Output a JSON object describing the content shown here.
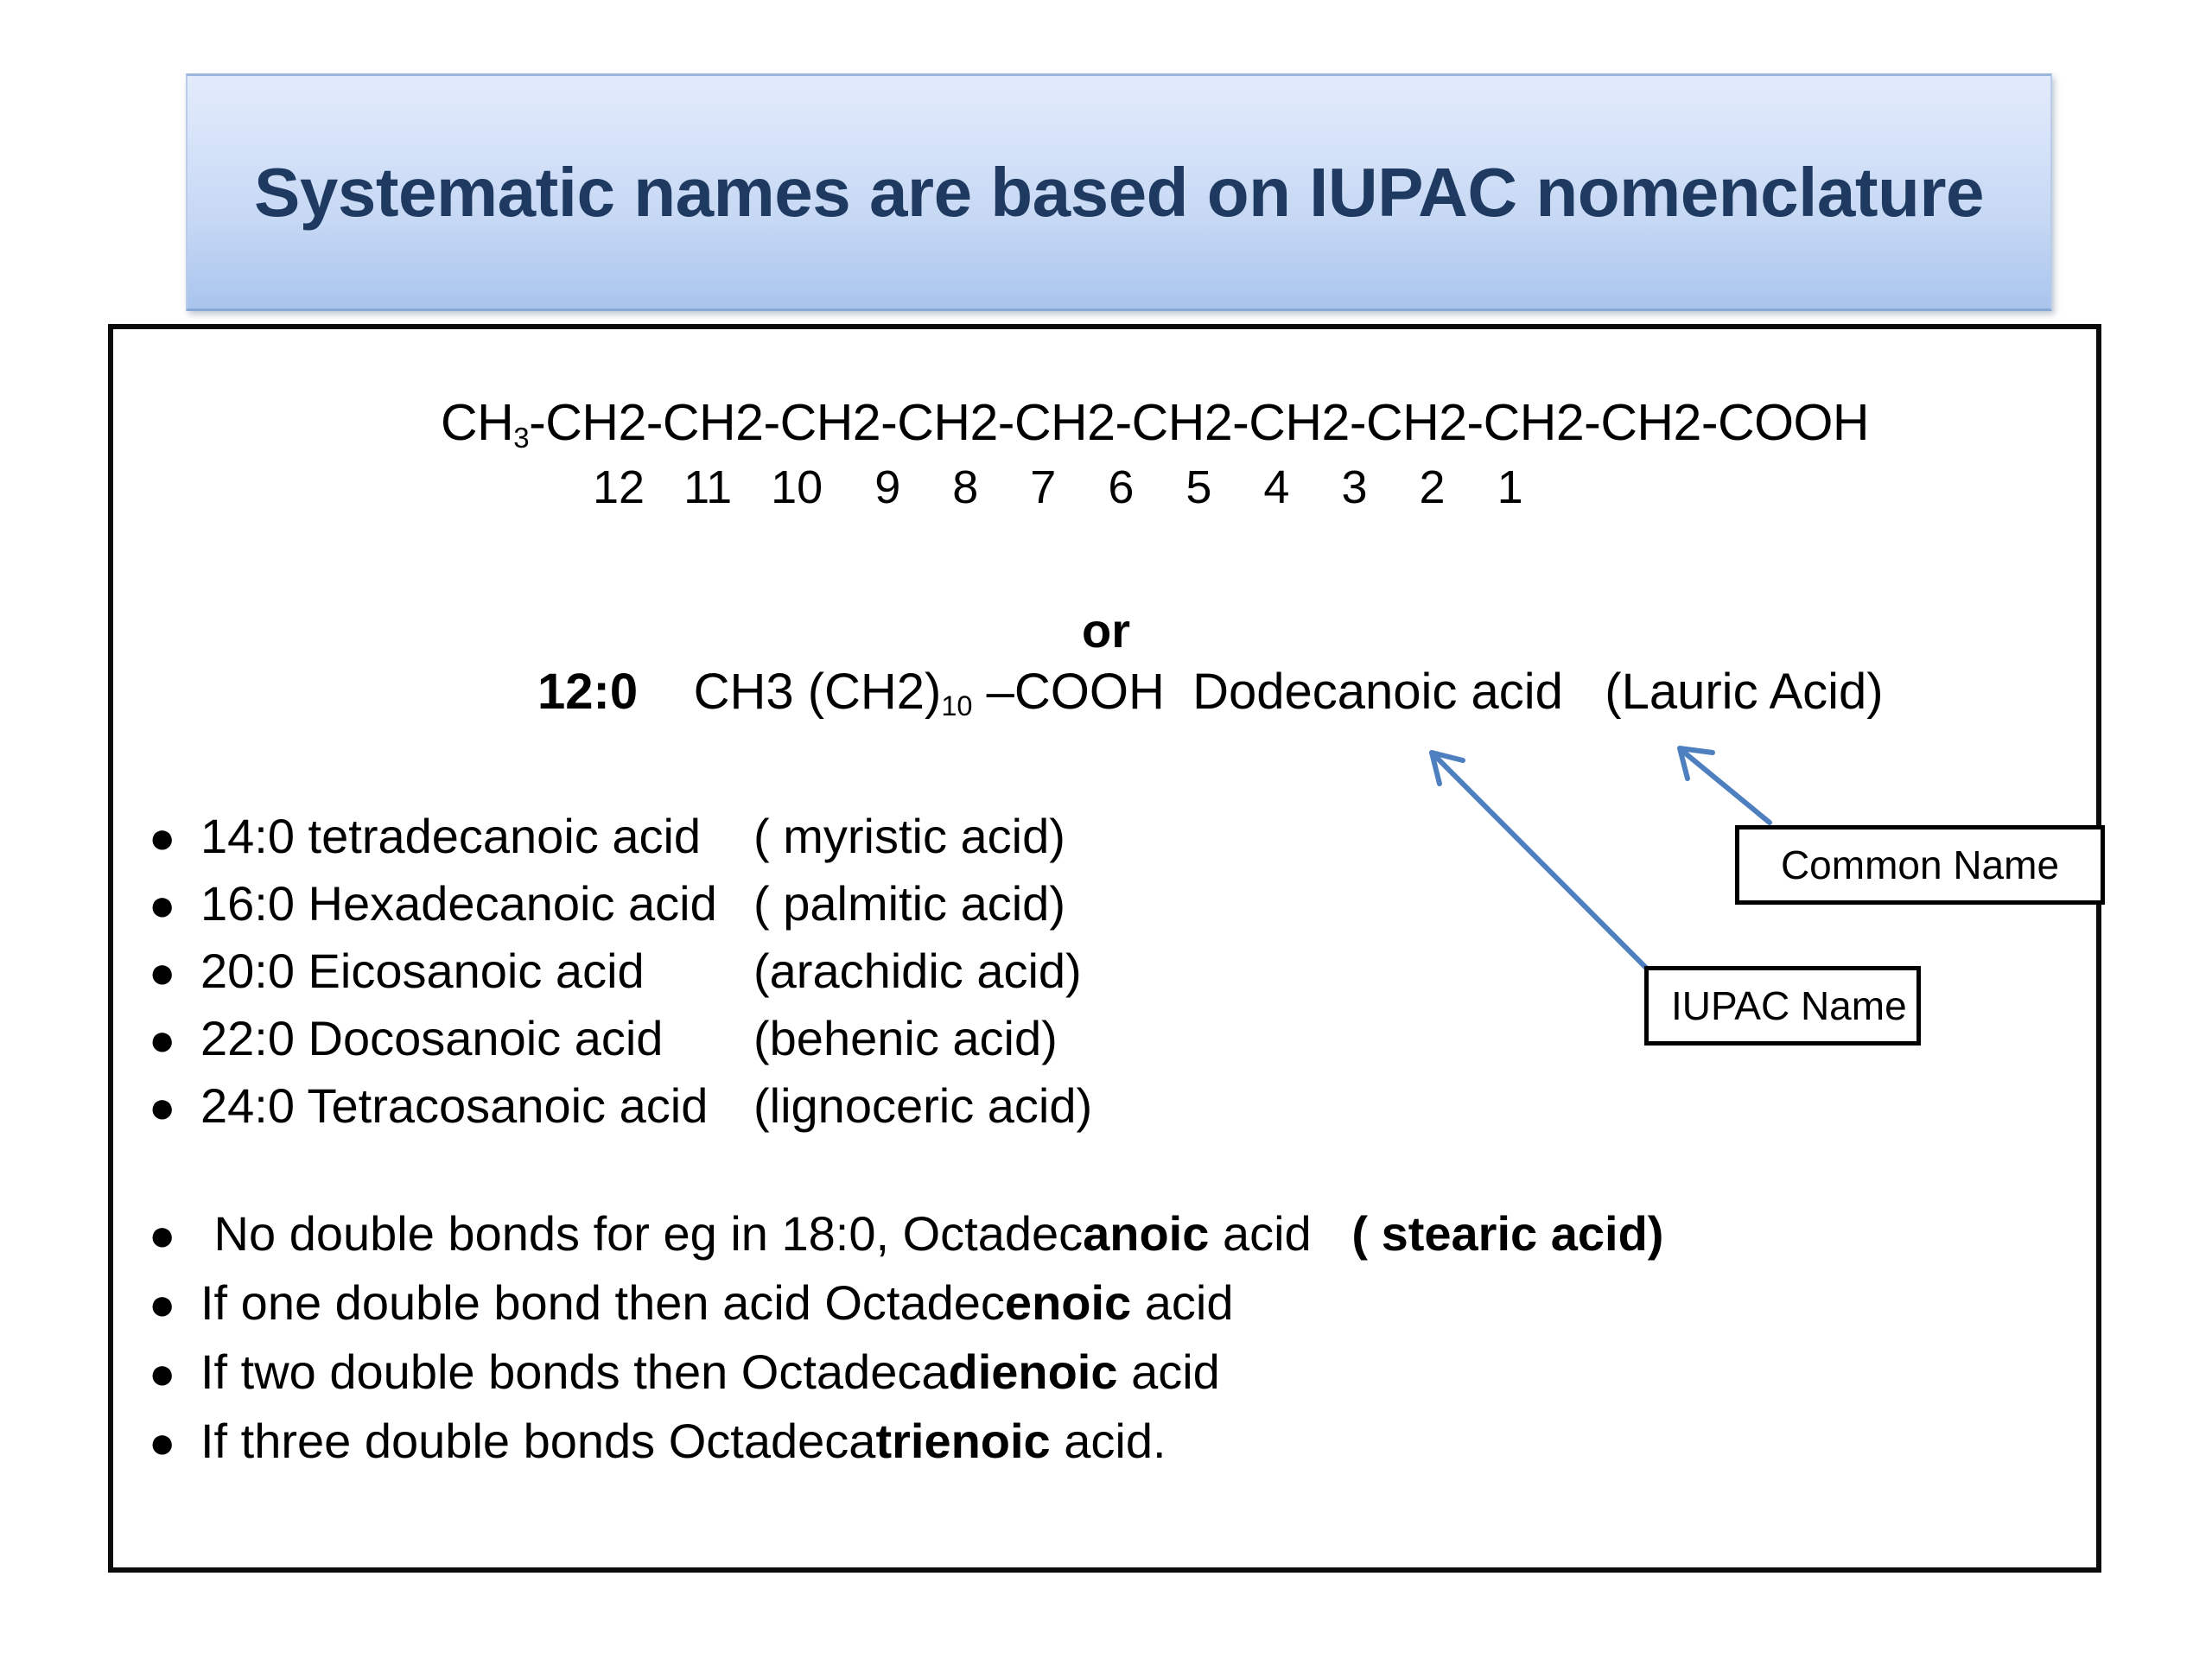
{
  "slide": {
    "title": "Systematic names are based on IUPAC nomenclature",
    "background_color": "#ffffff",
    "title_text_color": "#1f3a61",
    "title_banner_gradient_top": "#e2ebfb",
    "title_banner_gradient_bottom": "#a9c5ee",
    "frame_border_color": "#000000",
    "arrow_color": "#4e7fbf"
  },
  "structure": {
    "chain_prefix": "CH",
    "chain_prefix_subscript": "3",
    "chain_rest": "-CH2-CH2-CH2-CH2-CH2-CH2-CH2-CH2-CH2-CH2-COOH",
    "chain_full": "CH3-CH2-CH2-CH2-CH2-CH2-CH2-CH2-CH2-CH2-CH2-COOH",
    "carbon_numbers": "12   11   10    9    8    7    6    5    4    3    2    1",
    "carbon_numbers_list": [
      12,
      11,
      10,
      9,
      8,
      7,
      6,
      5,
      4,
      3,
      2,
      1
    ],
    "connector": "or",
    "shorthand": {
      "notation": "12:0",
      "condensed_prefix": "CH3 (CH2)",
      "condensed_subscript": "10",
      "condensed_suffix": " –COOH",
      "iupac_name": "Dodecanoic acid",
      "common_name": "(Lauric Acid)",
      "gap_after_notation": "    ",
      "gap_before_iupac": "  ",
      "gap_before_common": "   "
    }
  },
  "saturated_acids": {
    "bullet_glyph": "●",
    "items": [
      {
        "systematic": "14:0 tetradecanoic acid",
        "common": "( myristic acid)"
      },
      {
        "systematic": "16:0 Hexadecanoic acid",
        "common": "( palmitic acid)"
      },
      {
        "systematic": "20:0 Eicosanoic acid",
        "common": "(arachidic acid)"
      },
      {
        "systematic": "22:0 Docosanoic acid",
        "common": "(behenic acid)"
      },
      {
        "systematic": "24:0 Tetracosanoic acid",
        "common": "(lignoceric acid)"
      }
    ]
  },
  "double_bond_rules": {
    "bullet_glyph": "●",
    "items": [
      {
        "pre": " No double bonds for eg in 18:0, Octadec",
        "bold": "anoic",
        "post": " acid",
        "tail_gap": "   ",
        "tail_bold": "( stearic acid)"
      },
      {
        "pre": "If one double bond then acid Octadec",
        "bold": "enoic",
        "post": " acid",
        "tail_gap": "",
        "tail_bold": ""
      },
      {
        "pre": "If two double bonds then Octadeca",
        "bold": "dienoic",
        "post": " acid",
        "tail_gap": "",
        "tail_bold": ""
      },
      {
        "pre": "If three double bonds Octadeca",
        "bold": "trienoic",
        "post": " acid.",
        "tail_gap": "",
        "tail_bold": ""
      }
    ]
  },
  "callouts": {
    "common_name": "Common Name",
    "iupac_name": "IUPAC Name"
  }
}
